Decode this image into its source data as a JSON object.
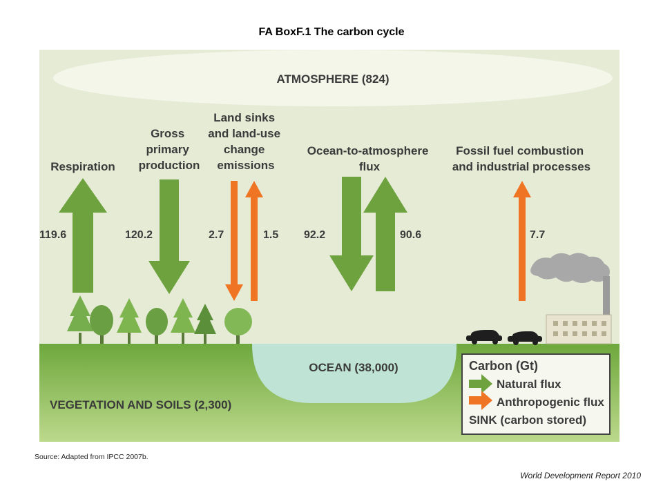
{
  "title": "FA BoxF.1 The carbon cycle",
  "pools": {
    "atmosphere": "ATMOSPHERE (824)",
    "ocean": "OCEAN (38,000)",
    "vegetation": "VEGETATION AND SOILS (2,300)"
  },
  "fluxes": {
    "respiration": {
      "label": [
        "Respiration"
      ],
      "value": "119.6"
    },
    "gpp": {
      "label": [
        "Gross",
        "primary",
        "production"
      ],
      "value": "120.2"
    },
    "land": {
      "label": [
        "Land sinks",
        "and land-use",
        "change",
        "emissions"
      ],
      "value_down": "2.7",
      "value_up": "1.5"
    },
    "ocean": {
      "label": [
        "Ocean-to-atmosphere",
        "flux"
      ],
      "value_down": "92.2",
      "value_up": "90.6"
    },
    "fossil": {
      "label": [
        "Fossil fuel combustion",
        "and industrial processes"
      ],
      "value": "7.7"
    }
  },
  "legend": {
    "title": "Carbon (Gt)",
    "natural": "Natural flux",
    "anthropogenic": "Anthropogenic flux",
    "sink": "SINK (carbon stored)"
  },
  "colors": {
    "natural": "#6ea23e",
    "anthropogenic": "#ef7424",
    "sky": "#e6ebd6",
    "ground": "#7fb44a",
    "ocean": "#bde3d5"
  },
  "source": "Source: Adapted from IPCC 2007b.",
  "credit": "World Development Report 2010"
}
